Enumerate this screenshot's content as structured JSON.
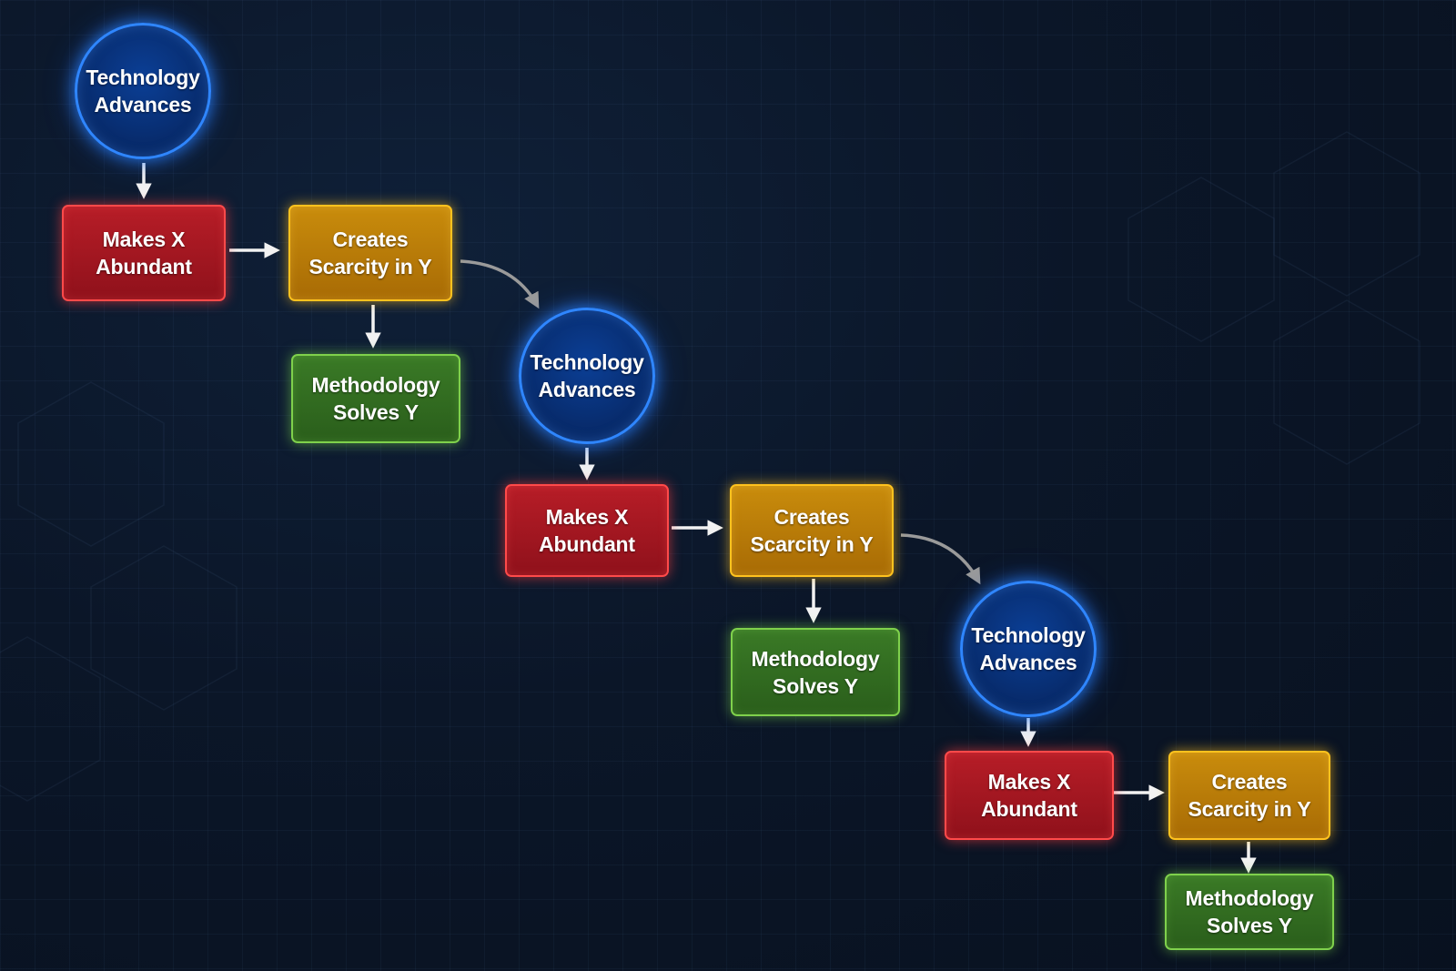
{
  "labels": {
    "technology_advances": [
      "Technology",
      "Advances"
    ],
    "makes_x_abundant": [
      "Makes X",
      "Abundant"
    ],
    "creates_scarcity": [
      "Creates",
      "Scarcity in Y"
    ],
    "methodology_solves": [
      "Methodology",
      "Solves Y"
    ]
  },
  "colors": {
    "technology": "#2f86ff",
    "abundance": "#ff4a4a",
    "scarcity": "#ffc21e",
    "methodology": "#7fd14c",
    "arrow": "#f2f2f2",
    "curved_arrow": "#9a9a9a"
  },
  "cycles": 3
}
